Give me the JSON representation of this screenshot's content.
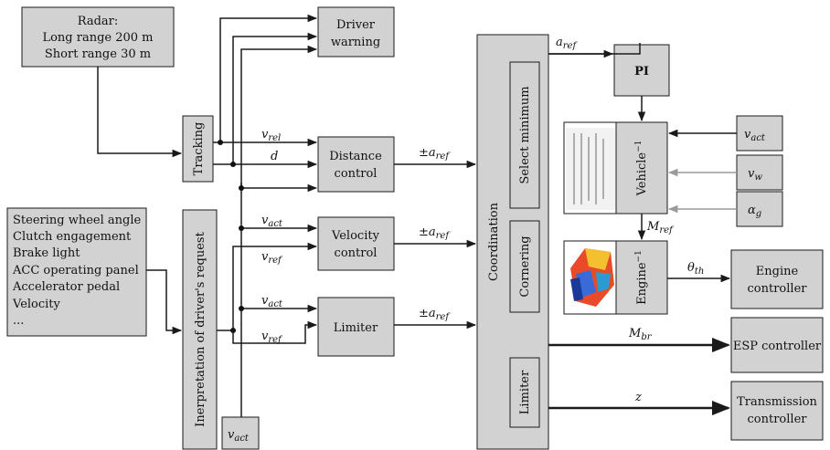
{
  "blocks": {
    "radar": [
      "Radar:",
      "Long range 200 m",
      "Short range 30 m"
    ],
    "driver_warning": [
      "Driver",
      "warning"
    ],
    "tracking": "Tracking",
    "distance_control": [
      "Distance",
      "control"
    ],
    "velocity_control": [
      "Velocity",
      "control"
    ],
    "limiter_left": "Limiter",
    "driver_inputs": [
      "Steering wheel angle",
      "Clutch engagement",
      "Brake light",
      "ACC operating panel",
      "Accelerator pedal",
      "Velocity",
      "..."
    ],
    "interpretation": "Inerpretation of driver's request",
    "coordination": "Coordination",
    "select_minimum": "Select minimum",
    "cornering": "Cornering",
    "limiter_right": "Limiter",
    "pi": "PI",
    "vehicle_inv": "Vehicle",
    "engine_inv": "Engine",
    "engine_controller": [
      "Engine",
      "controller"
    ],
    "esp_controller": "ESP controller",
    "transmission_controller": [
      "Transmission",
      "controller"
    ]
  },
  "signals": {
    "v_rel": "v",
    "v_rel_sub": "rel",
    "d": "d",
    "v_act": "v",
    "v_act_sub": "act",
    "v_ref": "v",
    "v_ref_sub": "ref",
    "pm_a_ref": "±a",
    "ref_sub": "ref",
    "a_ref": "a",
    "M_ref": "M",
    "v_w": "v",
    "v_w_sub": "w",
    "alpha_g": "α",
    "alpha_g_sub": "g",
    "theta_th": "θ",
    "theta_th_sub": "th",
    "M_br": "M",
    "M_br_sub": "br",
    "z": "z",
    "inv_sup": "−1"
  },
  "colors": {
    "block_fill": "#d2d2d2",
    "line": "#1a1a1a",
    "disturbance_line": "#9a9a9a"
  }
}
